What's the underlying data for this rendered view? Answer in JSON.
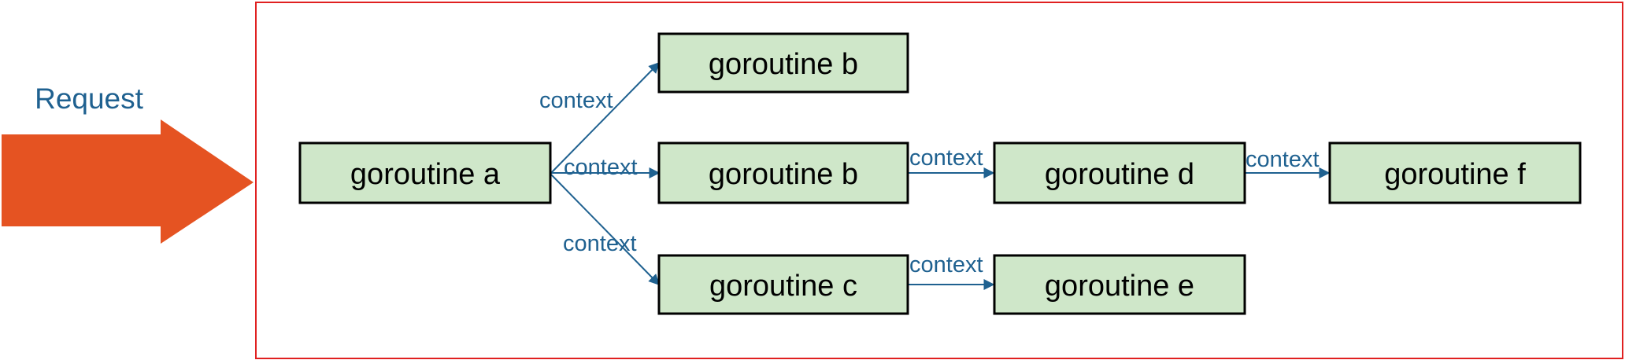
{
  "request_label": "Request",
  "colors": {
    "arrow": "#e55322",
    "edge": "#1f6190",
    "frame": "#e02020",
    "node_fill": "#cfe7c9"
  },
  "nodes": {
    "a": "goroutine a",
    "b_top": "goroutine b",
    "b_mid": "goroutine b",
    "c": "goroutine c",
    "d": "goroutine d",
    "e": "goroutine e",
    "f": "goroutine f"
  },
  "edges": {
    "a_to_b_top": "context",
    "a_to_b_mid": "context",
    "a_to_c": "context",
    "b_to_d": "context",
    "c_to_e": "context",
    "d_to_f": "context"
  }
}
